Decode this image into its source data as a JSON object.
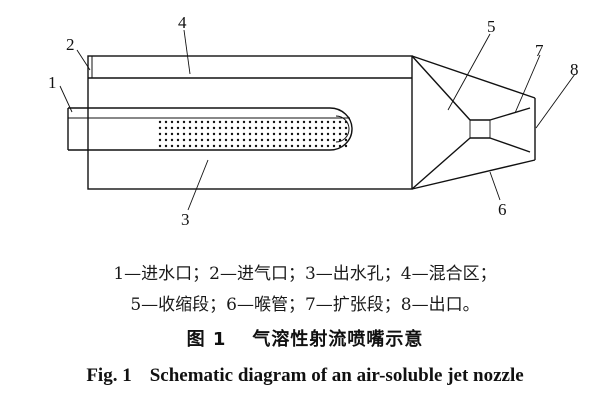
{
  "callouts": [
    "1",
    "2",
    "3",
    "4",
    "5",
    "6",
    "7",
    "8"
  ],
  "legend": {
    "line1": "1—进水口；2—进气口；3—出水孔；4—混合区；",
    "line2": "5—收缩段；6—喉管；7—扩张段；8—出口。"
  },
  "caption": {
    "cn_number": "图 1",
    "cn_title": "气溶性射流喷嘴示意",
    "en_number": "Fig. 1",
    "en_title": "Schematic diagram of an air-soluble jet nozzle"
  }
}
